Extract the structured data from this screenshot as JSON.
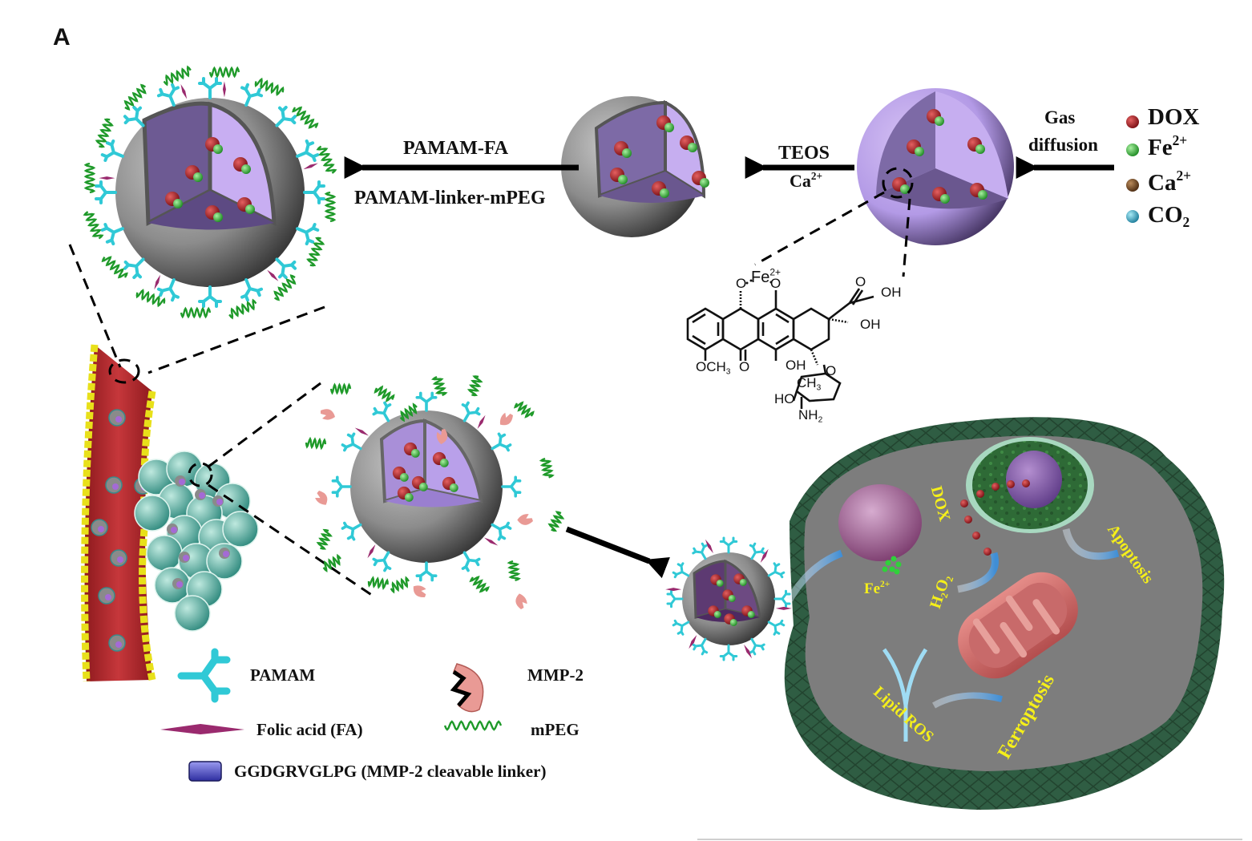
{
  "figure": {
    "panel_label": "A",
    "colors": {
      "dox": "#b5232a",
      "fe2": "#3cc43c",
      "ca2": "#7a4e2a",
      "co2": "#3fb6cf",
      "caco3_core": "#b39ae6",
      "silica_shell": "#8a8a8a",
      "pamam": "#30c9d6",
      "mpeg": "#1f9a2a",
      "folic_acid": "#9a2a6e",
      "mmp2": "#e99a95",
      "linker": "#5a5ad0",
      "vessel": "#b3262a",
      "endothelium": "#e8e01a",
      "tumor_cells": "#3fa89a",
      "cell_membrane": "#2e5a40",
      "cytoplasm": "#7d7d7d",
      "process_text": "#f5ef1a"
    }
  },
  "legend_top": {
    "items": [
      {
        "label": "DOX",
        "sup": "",
        "sub": "",
        "color_key": "dox"
      },
      {
        "label": "Fe",
        "sup": "2+",
        "sub": "",
        "color_key": "fe2"
      },
      {
        "label": "Ca",
        "sup": "2+",
        "sub": "",
        "color_key": "ca2"
      },
      {
        "label": "CO",
        "sup": "",
        "sub": "2",
        "color_key": "co2"
      }
    ]
  },
  "synthesis_steps": {
    "step1": {
      "line1": "Gas",
      "line2": "diffusion"
    },
    "step2": {
      "line1": "TEOS",
      "line2_base": "Ca",
      "line2_sup": "2+"
    },
    "step3": {
      "line1": "PAMAM-FA",
      "line2": "PAMAM-linker-mPEG"
    }
  },
  "dox_structure": {
    "fe_label": "Fe",
    "fe_charge": "2+",
    "atoms": {
      "o_left": "O",
      "o_right": "O",
      "ketone_o": "O",
      "oh_top": "OH",
      "oh_mid": "OH",
      "och3": "OCH",
      "och3_sub": "3",
      "quinone_o": "O",
      "oh_bottom": "OH",
      "ether_o": "O",
      "ch3": "CH",
      "ch3_sub": "3",
      "ho": "HO",
      "nh2": "NH",
      "nh2_sub": "2"
    }
  },
  "legend_bottom": {
    "pamam": "PAMAM",
    "mmp2": "MMP-2",
    "folic_acid": "Folic acid (FA)",
    "mpeg": "mPEG",
    "linker": "GGDGRVGLPG (MMP-2 cleavable linker)"
  },
  "cell_labels": {
    "dox": "DOX",
    "apoptosis": "Apoptosis",
    "fe": "Fe",
    "fe_sup": "2+",
    "h2o2_h": "H",
    "h2o2_sub1": "2",
    "h2o2_o": "O",
    "h2o2_sub2": "2",
    "lipid_ros": "Lipid ROS",
    "ferroptosis": "Ferroptosis"
  }
}
